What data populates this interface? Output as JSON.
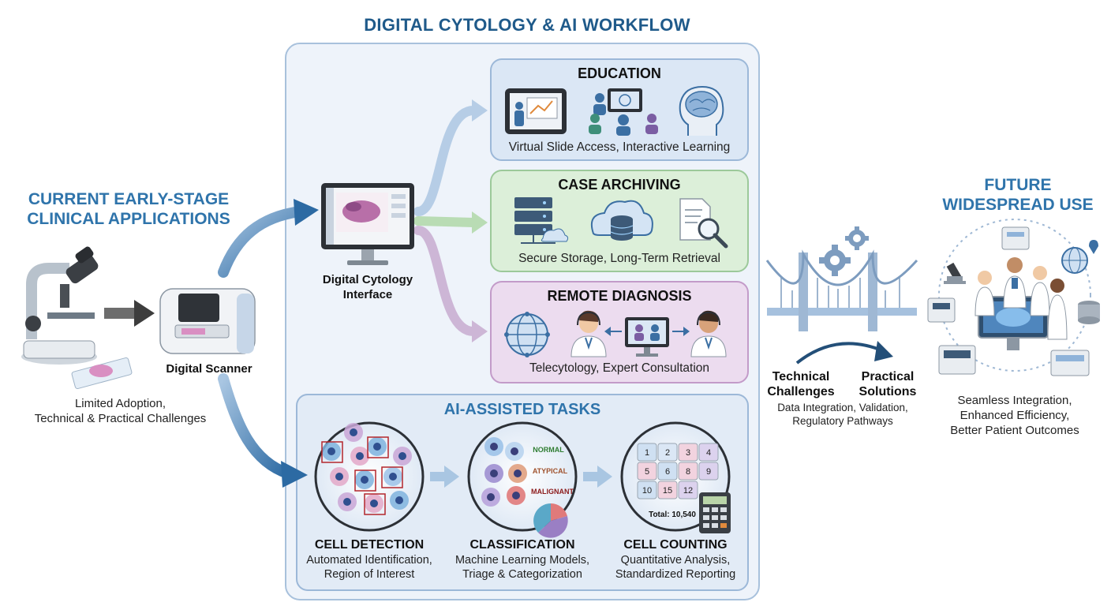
{
  "title": "DIGITAL CYTOLOGY & AI WORKFLOW",
  "left": {
    "title_line1": "CURRENT EARLY-STAGE",
    "title_line2": "CLINICAL APPLICATIONS",
    "scanner_label": "Digital Scanner",
    "note_line1": "Limited Adoption,",
    "note_line2": "Technical & Practical Challenges"
  },
  "interface": {
    "label_line1": "Digital Cytology",
    "label_line2": "Interface"
  },
  "panels": {
    "education": {
      "title": "EDUCATION",
      "subtitle": "Virtual Slide Access, Interactive Learning"
    },
    "archiving": {
      "title": "CASE ARCHIVING",
      "subtitle": "Secure Storage, Long-Term Retrieval"
    },
    "remote": {
      "title": "REMOTE DIAGNOSIS",
      "subtitle": "Telecytology, Expert Consultation"
    }
  },
  "ai": {
    "title": "AI-ASSISTED TASKS",
    "detection": {
      "title": "CELL DETECTION",
      "sub1": "Automated Identification,",
      "sub2": "Region of Interest"
    },
    "classification": {
      "title": "CLASSIFICATION",
      "sub1": "Machine Learning Models,",
      "sub2": "Triage & Categorization",
      "labels": [
        "NORMAL",
        "ATYPICAL",
        "MALIGNANT"
      ]
    },
    "counting": {
      "title": "CELL COUNTING",
      "sub1": "Quantitative Analysis,",
      "sub2": "Standardized Reporting",
      "grid": [
        "1",
        "2",
        "3",
        "4",
        "5",
        "6",
        "8",
        "9",
        "10",
        "15",
        "12"
      ],
      "total": "Total: 10,540"
    }
  },
  "bridge": {
    "left_line1": "Technical",
    "left_line2": "Challenges",
    "right_line1": "Practical",
    "right_line2": "Solutions",
    "note_line1": "Data Integration, Validation,",
    "note_line2": "Regulatory Pathways"
  },
  "future": {
    "title_line1": "FUTURE",
    "title_line2": "WIDESPREAD USE",
    "note_line1": "Seamless Integration,",
    "note_line2": "Enhanced Efficiency,",
    "note_line3": "Better Patient Outcomes"
  },
  "colors": {
    "accent_blue": "#2f74ab",
    "education_bg": "#dbe7f5",
    "archiving_bg": "#dcefd9",
    "remote_bg": "#ecdcef",
    "ai_bg": "#e2ebf6",
    "workflow_bg": "#eef3fa"
  }
}
